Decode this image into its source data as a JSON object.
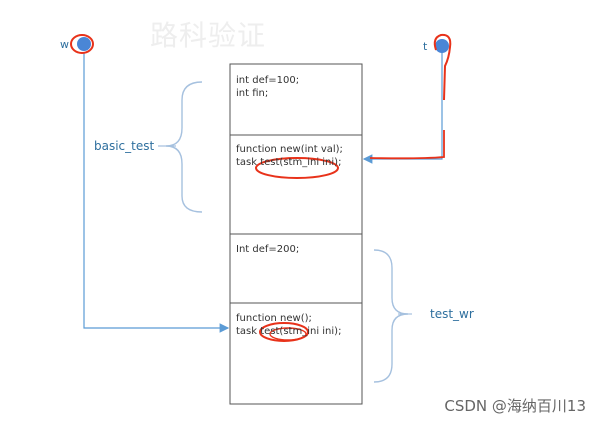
{
  "title": "路科验证",
  "handles": {
    "w": "w",
    "t": "t"
  },
  "basic_test": {
    "label": "basic_test",
    "block1": [
      "int def=100;",
      "int fin;"
    ],
    "block2": [
      "function new(int val);",
      "task test(stm_ini ini);"
    ]
  },
  "test_wr": {
    "label": "test_wr",
    "block1": [
      "Int def=200;"
    ],
    "block2": [
      "function new();",
      "task test(stm_ini ini);"
    ]
  },
  "watermark": "CSDN @海纳百川13",
  "colors": {
    "box_stroke": "#555555",
    "arrow": "#5b9bd5",
    "brace": "#a6c1df",
    "annotation_red": "#e8321a",
    "handle_fill": "#4a86d6"
  }
}
